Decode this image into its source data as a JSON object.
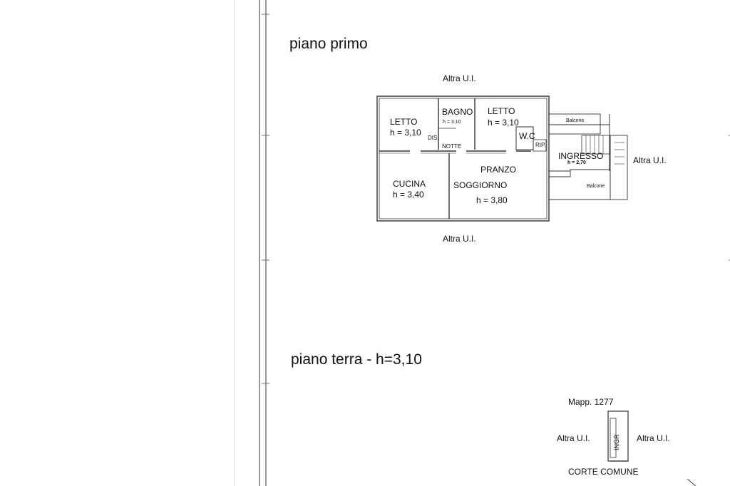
{
  "headings": {
    "first_floor": "piano primo",
    "ground_floor": "piano terra - h=3,10"
  },
  "first_floor": {
    "neighbor_top": "Altra U.I.",
    "neighbor_right": "Altra U.I.",
    "neighbor_bottom": "Altra U.I.",
    "rooms": {
      "letto_left": {
        "name": "LETTO",
        "height": "h = 3,10"
      },
      "bagno": {
        "name": "BAGNO",
        "height": "h = 3.10"
      },
      "letto_right": {
        "name": "LETTO",
        "height": "h = 3,10"
      },
      "wc": "W.C",
      "dis": "DIS.",
      "notte": "NOTTE",
      "rip": "RIP.",
      "ingresso": {
        "name": "INGRESSO",
        "height": "h = 2,70"
      },
      "cucina": {
        "name": "CUCINA",
        "height": "h = 3,40"
      },
      "pranzo": "PRANZO",
      "soggiorno": {
        "name": "SOGGIORNO",
        "height": "h = 3,80"
      },
      "balcone_top": "Balcone",
      "balcone_bottom": "Balcone"
    }
  },
  "ground_floor": {
    "mapp": "Mapp. 1277",
    "neighbor_left": "Altra U.I.",
    "neighbor_right": "Altra U.I.",
    "ingr": "INGR",
    "corte": "CORTE  COMUNE"
  }
}
